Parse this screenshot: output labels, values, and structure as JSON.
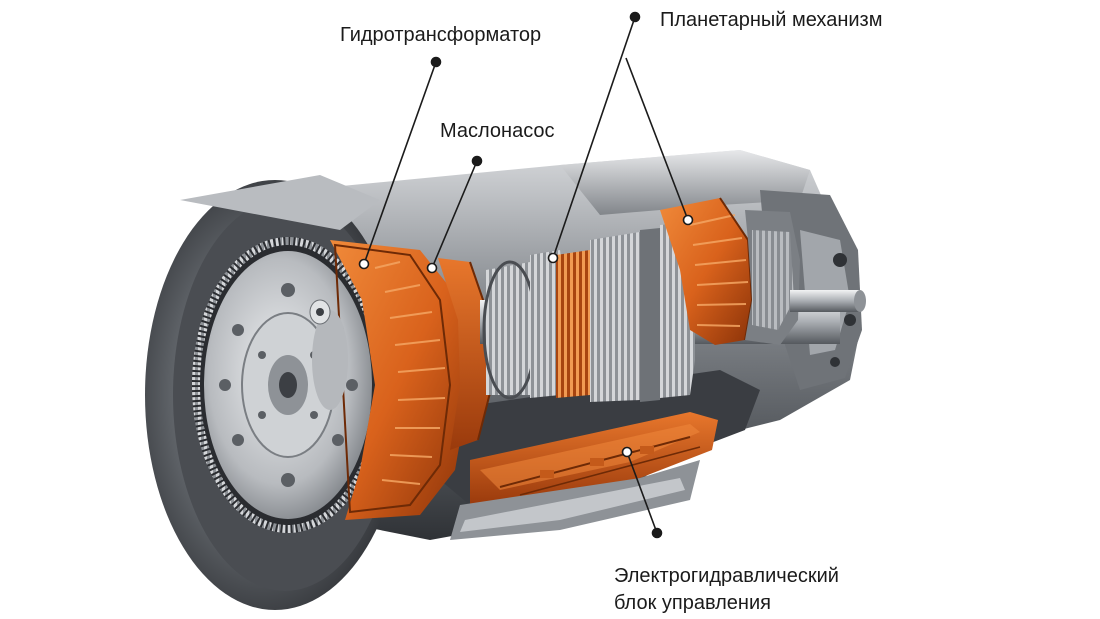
{
  "colors": {
    "accent_orange": "#d9621c",
    "metal_light": "#c9ccd0",
    "metal_dark": "#3c3f44",
    "leader_line": "#1b1b1b"
  },
  "labels": {
    "torque_converter": "Гидротрансформатор",
    "oil_pump": "Маслонасос",
    "planetary_gear": "Планетарный механизм",
    "control_unit_line1": "Электрогидравлический",
    "control_unit_line2": "блок управления"
  }
}
